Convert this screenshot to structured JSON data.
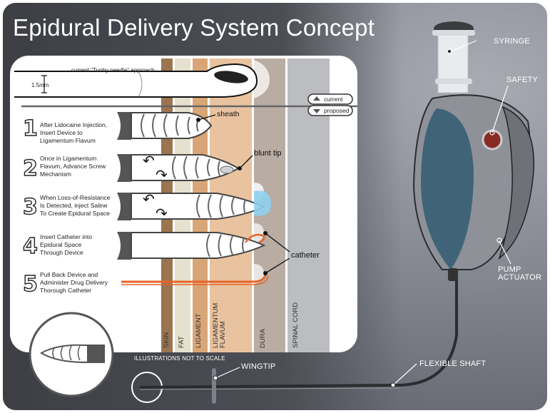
{
  "title": "Epidural Delivery System Concept",
  "tuohy": {
    "label": "current \"Tuohy needle\" approach",
    "dimension": "1.5mm"
  },
  "legend": {
    "current": "current",
    "proposed": "proposed"
  },
  "steps": [
    {
      "number": "1",
      "text": "After Lidocaine Injection, Insert Device to Ligamentum Flavum"
    },
    {
      "number": "2",
      "text": "Once in Ligamentum Flavum, Advance Screw Mechanism"
    },
    {
      "number": "3",
      "text": "When Loss-of-Resistance Is Detected, inject Saline To Create Epidural Space"
    },
    {
      "number": "4",
      "text": "Insert Catheter into Epidural Space Through Device"
    },
    {
      "number": "5",
      "text": "Pull Back Device and Administer Drug Delivery Thorough Catheter"
    }
  ],
  "callouts": {
    "sheath": "sheath",
    "blunt_tip": "blunt tip",
    "catheter": "catheter"
  },
  "layers": [
    {
      "name": "SKIN",
      "color": "#9b7450"
    },
    {
      "name": "FAT",
      "color": "#e6e1cc"
    },
    {
      "name": "LIGAMENT",
      "color": "#d8a676"
    },
    {
      "name": "LIGAMENTUM FLAVUM",
      "color": "#e9c3a0"
    },
    {
      "name": "DURA",
      "color": "#b9aca2"
    },
    {
      "name": "SPINAL CORD",
      "color": "#bcbdc1"
    }
  ],
  "note": "ILLUSTRATIONS NOT TO SCALE",
  "device_labels": {
    "syringe": "SYRINGE",
    "safety": "SAFETY",
    "pump_actuator_line1": "PUMP",
    "pump_actuator_line2": "ACTUATOR",
    "wingtip": "WINGTIP",
    "flexible_shaft": "FLEXIBLE SHAFT"
  },
  "colors": {
    "catheter": "#e8642a",
    "device_body": "#3f6478",
    "safety_button": "#8a2a24",
    "saline": "#8fd0ee"
  }
}
